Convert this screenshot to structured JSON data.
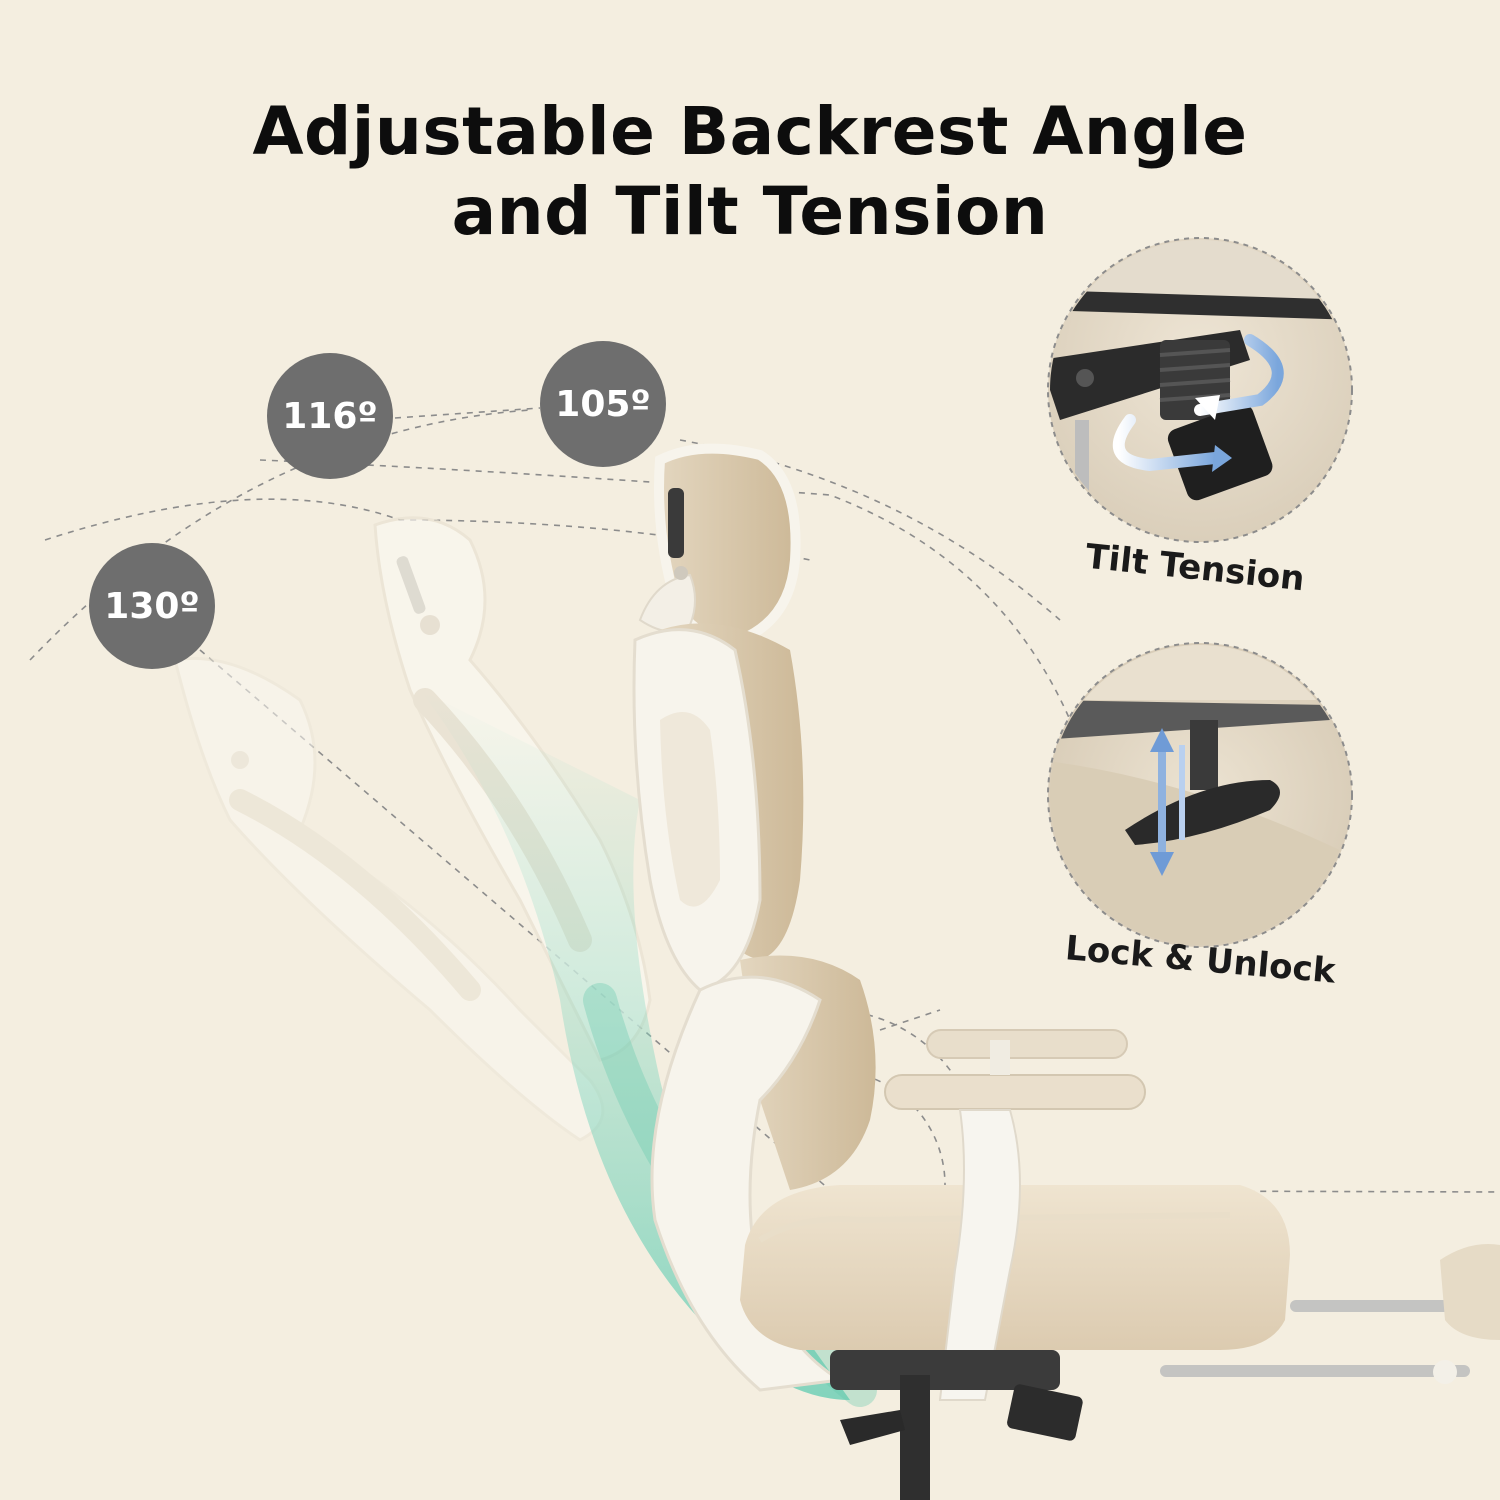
{
  "headline": {
    "line1": "Adjustable Backrest Angle",
    "line2": "and Tilt Tension"
  },
  "angles": [
    {
      "label": "130º",
      "color": "#6e6e6e"
    },
    {
      "label": "116º",
      "color": "#6e6e6e"
    },
    {
      "label": "105º",
      "color": "#6e6e6e"
    }
  ],
  "details": [
    {
      "label": "Tilt Tension",
      "icon": "rotate-arrows-icon"
    },
    {
      "label": "Lock & Unlock",
      "icon": "up-down-arrows-icon"
    }
  ],
  "colors": {
    "background": "#f4eee0",
    "accent_arrow": "#8fb2df",
    "motion_trail": "#7fd6bf",
    "mesh": "#d9c9ad",
    "frame": "#f7f4ec"
  }
}
